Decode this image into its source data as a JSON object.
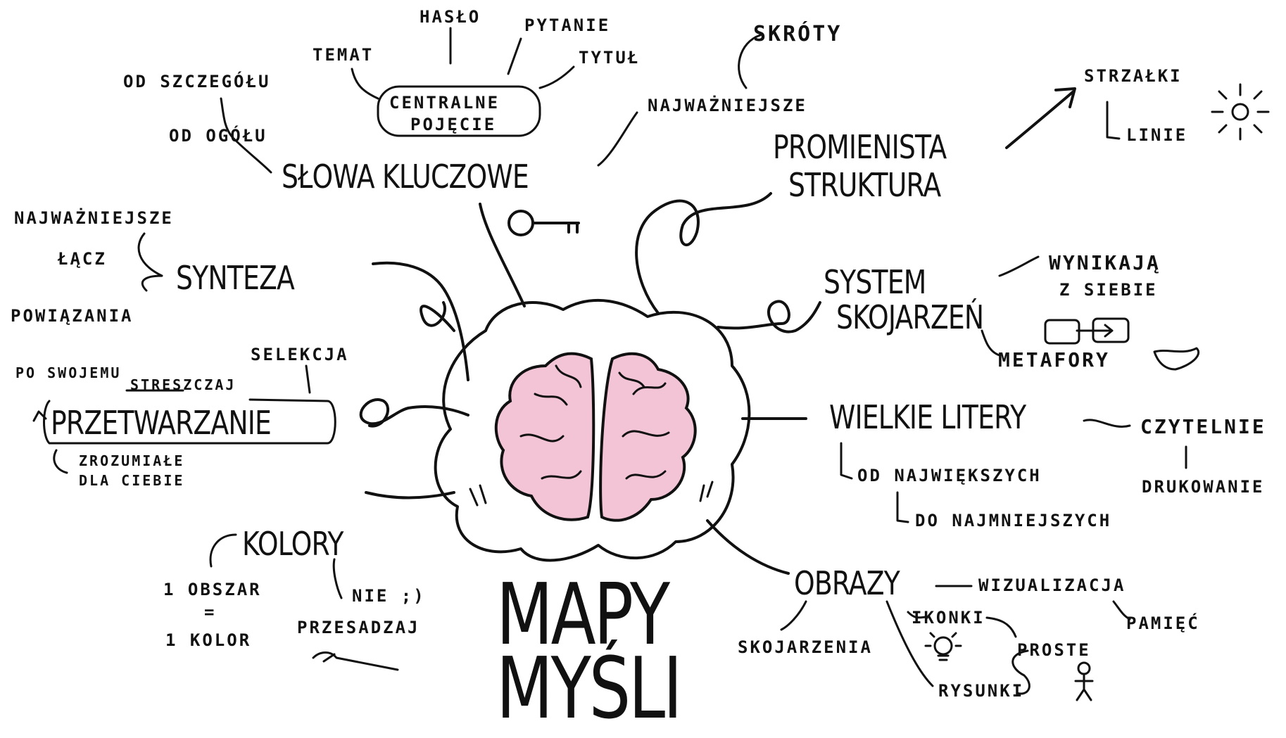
{
  "title": {
    "line1": "MAPY",
    "line2": "MYŚLI"
  },
  "branches": {
    "slowa_kluczowe": {
      "label": "SŁOWA KLUCZOWE",
      "central": {
        "line1": "CENTRALNE",
        "line2": "POJĘCIE"
      },
      "sub": [
        "TEMAT",
        "HASŁO",
        "PYTANIE",
        "TYTUŁ",
        "OD SZCZEGÓŁU",
        "OD OGÓŁU",
        "NAJWAŻNIEJSZE",
        "SKRÓTY"
      ]
    },
    "promienista": {
      "line1": "PROMIENISTA",
      "line2": "STRUKTURA",
      "sub": [
        "STRZAŁKI",
        "LINIE"
      ]
    },
    "system": {
      "line1": "SYSTEM",
      "line2": "SKOJARZEŃ",
      "sub": [
        "WYNIKAJĄ",
        "Z SIEBIE",
        "METAFORY"
      ]
    },
    "wielkie": {
      "label": "WIELKIE LITERY",
      "sub": [
        "CZYTELNIE",
        "DRUKOWANIE",
        "OD NAJWIĘKSZYCH",
        "DO NAJMNIEJSZYCH"
      ]
    },
    "obrazy": {
      "label": "OBRAZY",
      "sub": [
        "WIZUALIZACJA",
        "PAMIĘĆ",
        "IKONKI",
        "PROSTE",
        "SKOJARZENIA",
        "RYSUNKI"
      ]
    },
    "synteza": {
      "label": "SYNTEZA",
      "sub": [
        "NAJWAŻNIEJSZE",
        "ŁĄCZ",
        "POWIĄZANIA"
      ]
    },
    "przetwarzanie": {
      "label": "PRZETWARZANIE",
      "sub": [
        "SELEKCJA",
        "PO SWOJEMU",
        "STRESZCZAJ",
        "ZROZUMIAŁE",
        "DLA CIEBIE"
      ]
    },
    "kolory": {
      "label": "KOLORY",
      "sub": [
        "1 OBSZAR",
        "=",
        "1 KOLOR",
        "NIE ;)",
        "PRZESADZAJ"
      ]
    }
  }
}
